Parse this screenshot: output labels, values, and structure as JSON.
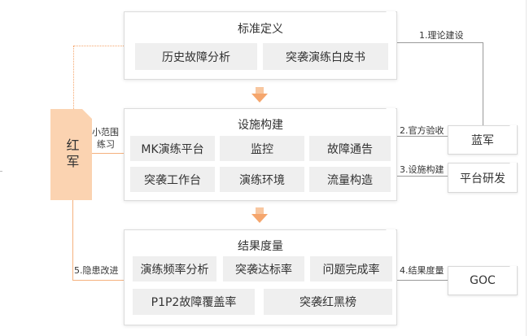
{
  "red_team": {
    "label": "红军"
  },
  "sections": [
    {
      "title": "标准定义",
      "items": [
        "历史故障分析",
        "突袭演练白皮书"
      ]
    },
    {
      "title": "设施构建",
      "items": [
        "MK演练平台",
        "监控",
        "故障通告",
        "突袭工作台",
        "演练环境",
        "流量构造"
      ]
    },
    {
      "title": "结果度量",
      "items": [
        "演练频率分析",
        "突袭达标率",
        "问题完成率",
        "P1P2故障覆盖率",
        "突袭红黑榜"
      ]
    }
  ],
  "right_nodes": {
    "blue_team": "蓝军",
    "platform_dev": "平台研发",
    "goc": "GOC"
  },
  "edge_labels": {
    "theory": "1.理论建设",
    "acceptance": "2.官方验收",
    "facility": "3.设施构建",
    "measure": "4.结果度量",
    "small_scope_1": "小范围",
    "small_scope_2": "练习",
    "fix": "5.隐患改进"
  },
  "colors": {
    "orange": "#f5a66d",
    "red_team_fill": "#fbd3b1",
    "cell_fill": "#efefef",
    "line": "#9a9a9a"
  }
}
